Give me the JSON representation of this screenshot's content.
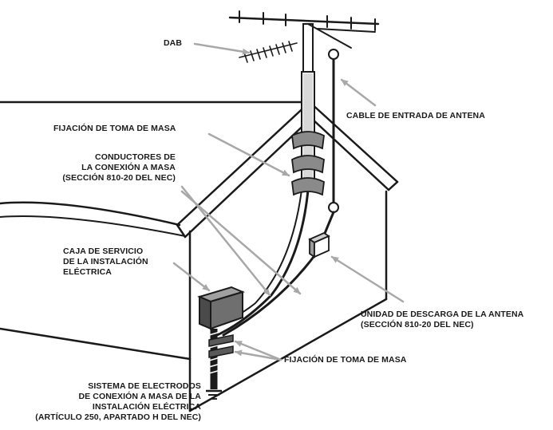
{
  "labels": {
    "dab": "DAB",
    "antenna_lead_in": "CABLE DE ENTRADA DE ANTENA",
    "ground_clamp_top": "FIJACIÓN DE TOMA DE MASA",
    "grounding_conductors": [
      "CONDUCTORES DE",
      "LA CONEXIÓN A MASA",
      "(SECCIÓN 810-20 DEL NEC)"
    ],
    "service_box": [
      "CAJA DE SERVICIO",
      "DE LA INSTALACIÓN",
      "ELÉCTRICA"
    ],
    "discharge_unit": [
      "UNIDAD DE DESCARGA DE LA ANTENA",
      "(SECCIÓN 810-20 DEL NEC)"
    ],
    "ground_clamp_bottom": "FIJACIÓN DE TOMA DE MASA",
    "electrode_system": [
      "SISTEMA DE ELECTRODOS",
      "DE CONEXIÓN A MASA DE LA",
      "INSTALACIÓN ELÉCTRICA",
      "(ARTÍCULO 250, APARTADO H DEL NEC)"
    ]
  },
  "colors": {
    "ink": "#1a1a1a",
    "arrow": "#a8a8a8",
    "metal": "#8a8a8a",
    "metal_light": "#cfcfcf",
    "box_front": "#6f6f6f",
    "box_top": "#a0a0a0"
  }
}
